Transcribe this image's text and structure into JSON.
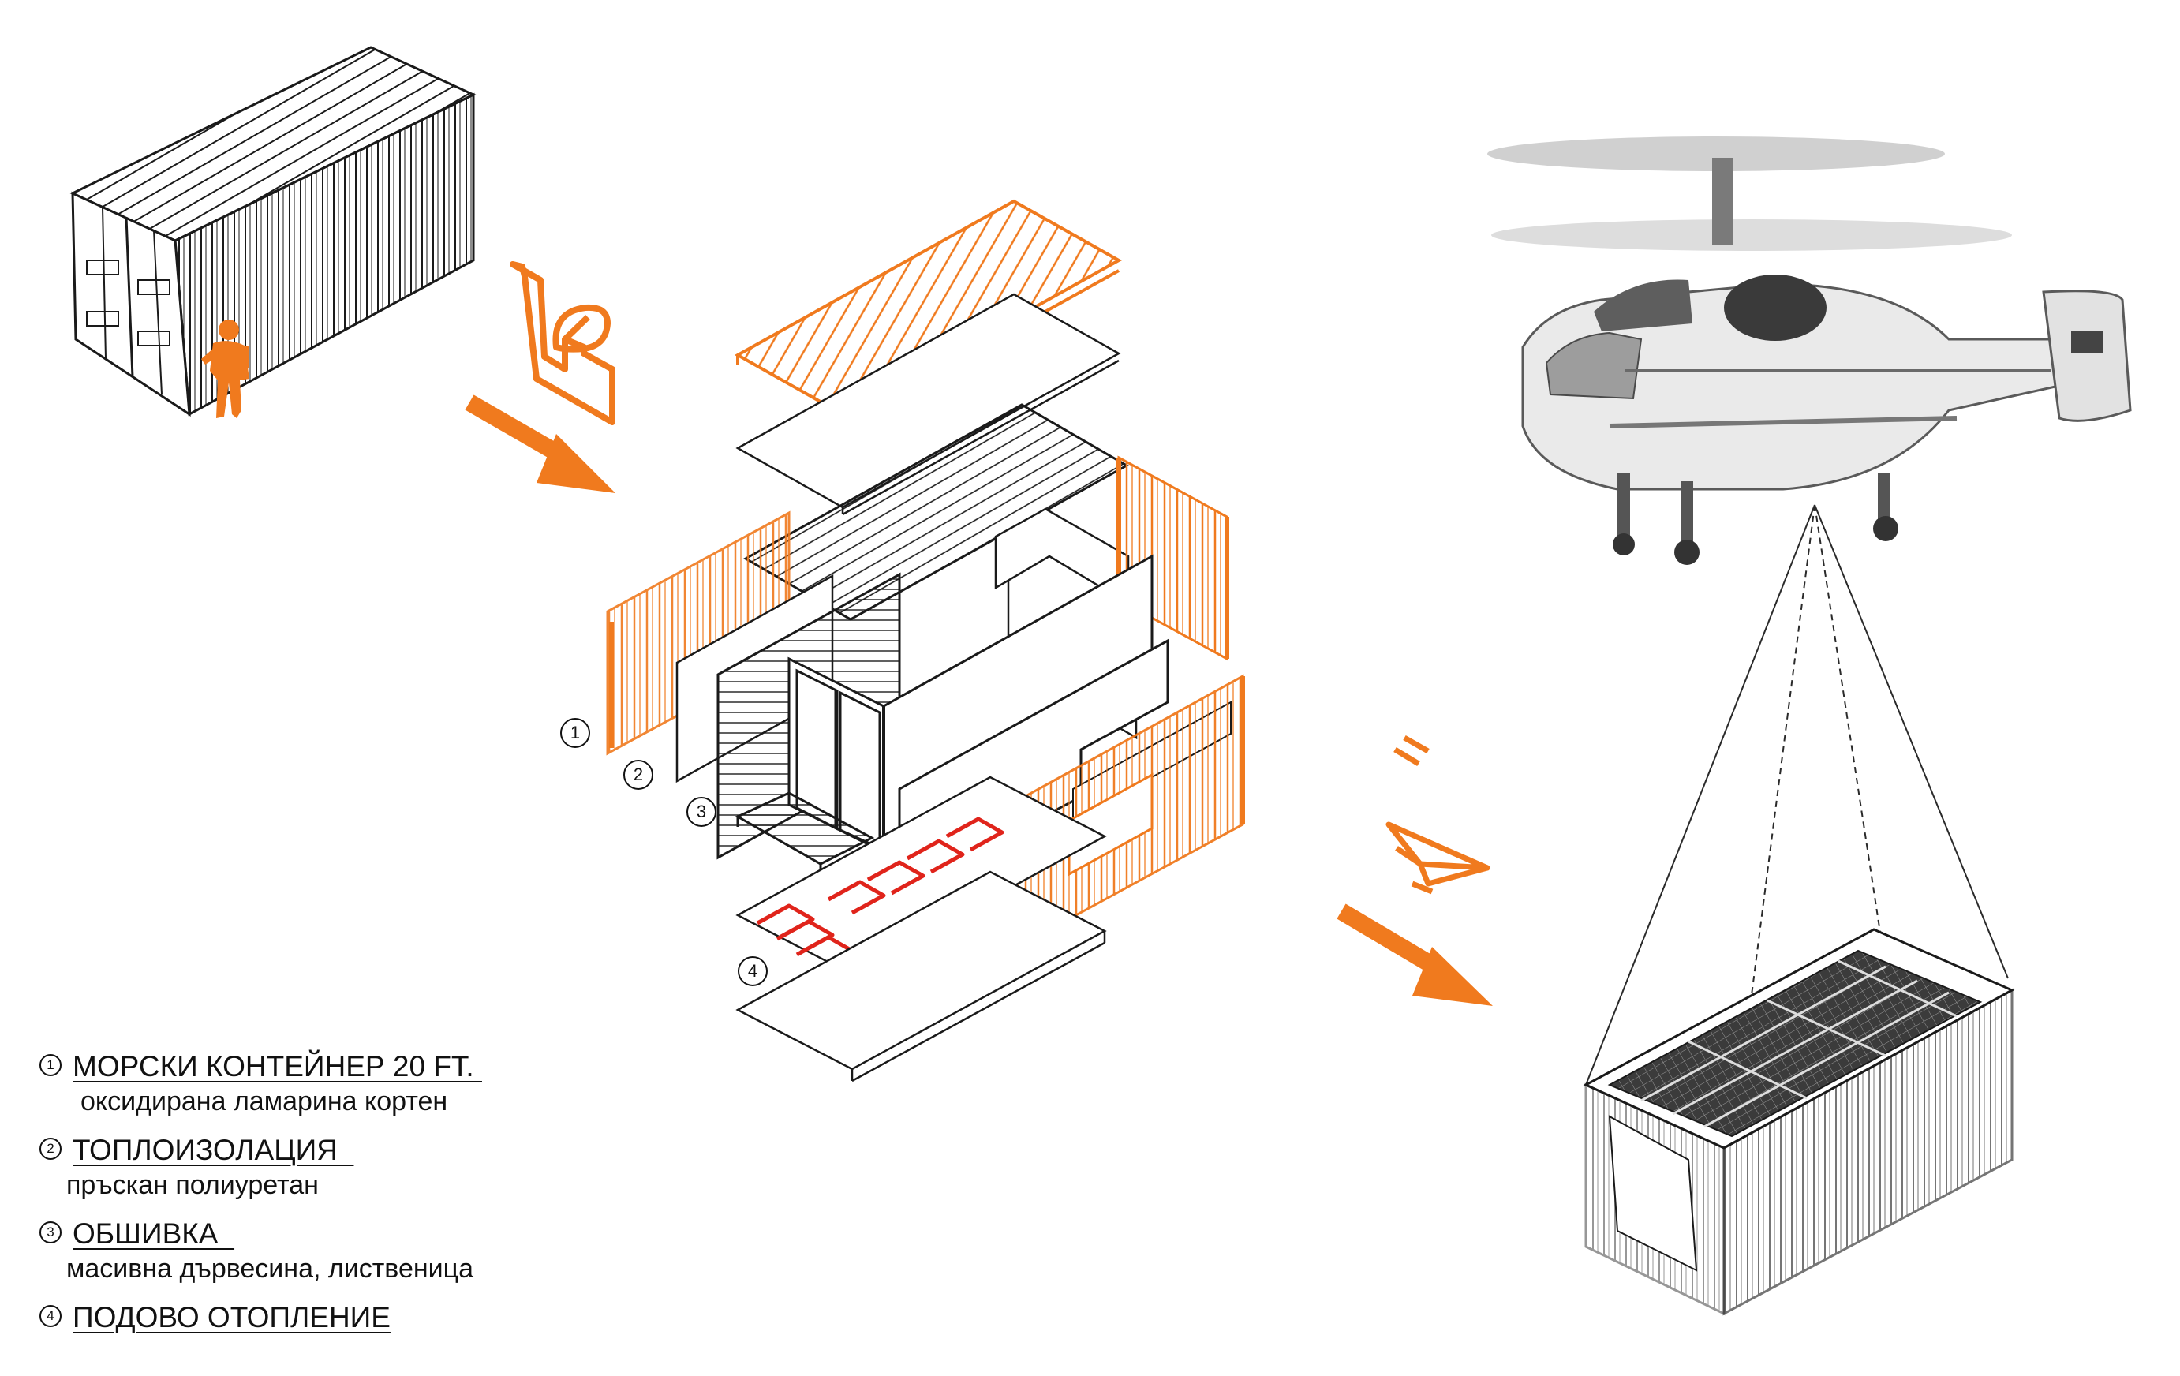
{
  "legend": {
    "items": [
      {
        "num": "1",
        "title": "МОРСКИ КОНТЕЙНЕР 20 FT. ",
        "subtitle": "оксидирана ламарина кортен"
      },
      {
        "num": "2",
        "title": "ТОПЛОИЗОЛАЦИЯ  ",
        "subtitle": "пръскан полиуретан"
      },
      {
        "num": "3",
        "title": "ОБШИВКА  ",
        "subtitle": "масивна дървесина, лиственица"
      },
      {
        "num": "4",
        "title": "ПОДОВО ОТОПЛЕНИЕ",
        "subtitle": ""
      }
    ]
  },
  "callouts": [
    "1",
    "2",
    "3",
    "4"
  ],
  "colors": {
    "accent_orange": "#f07a1e",
    "heating_red": "#e0241b",
    "line_dark": "#1a1a1a",
    "helicopter_gray": "#8a8a8a"
  },
  "icons": [
    "factory-leaf-icon",
    "paper-plane-icon",
    "worker-silhouette-icon",
    "solar-panel-icon"
  ]
}
